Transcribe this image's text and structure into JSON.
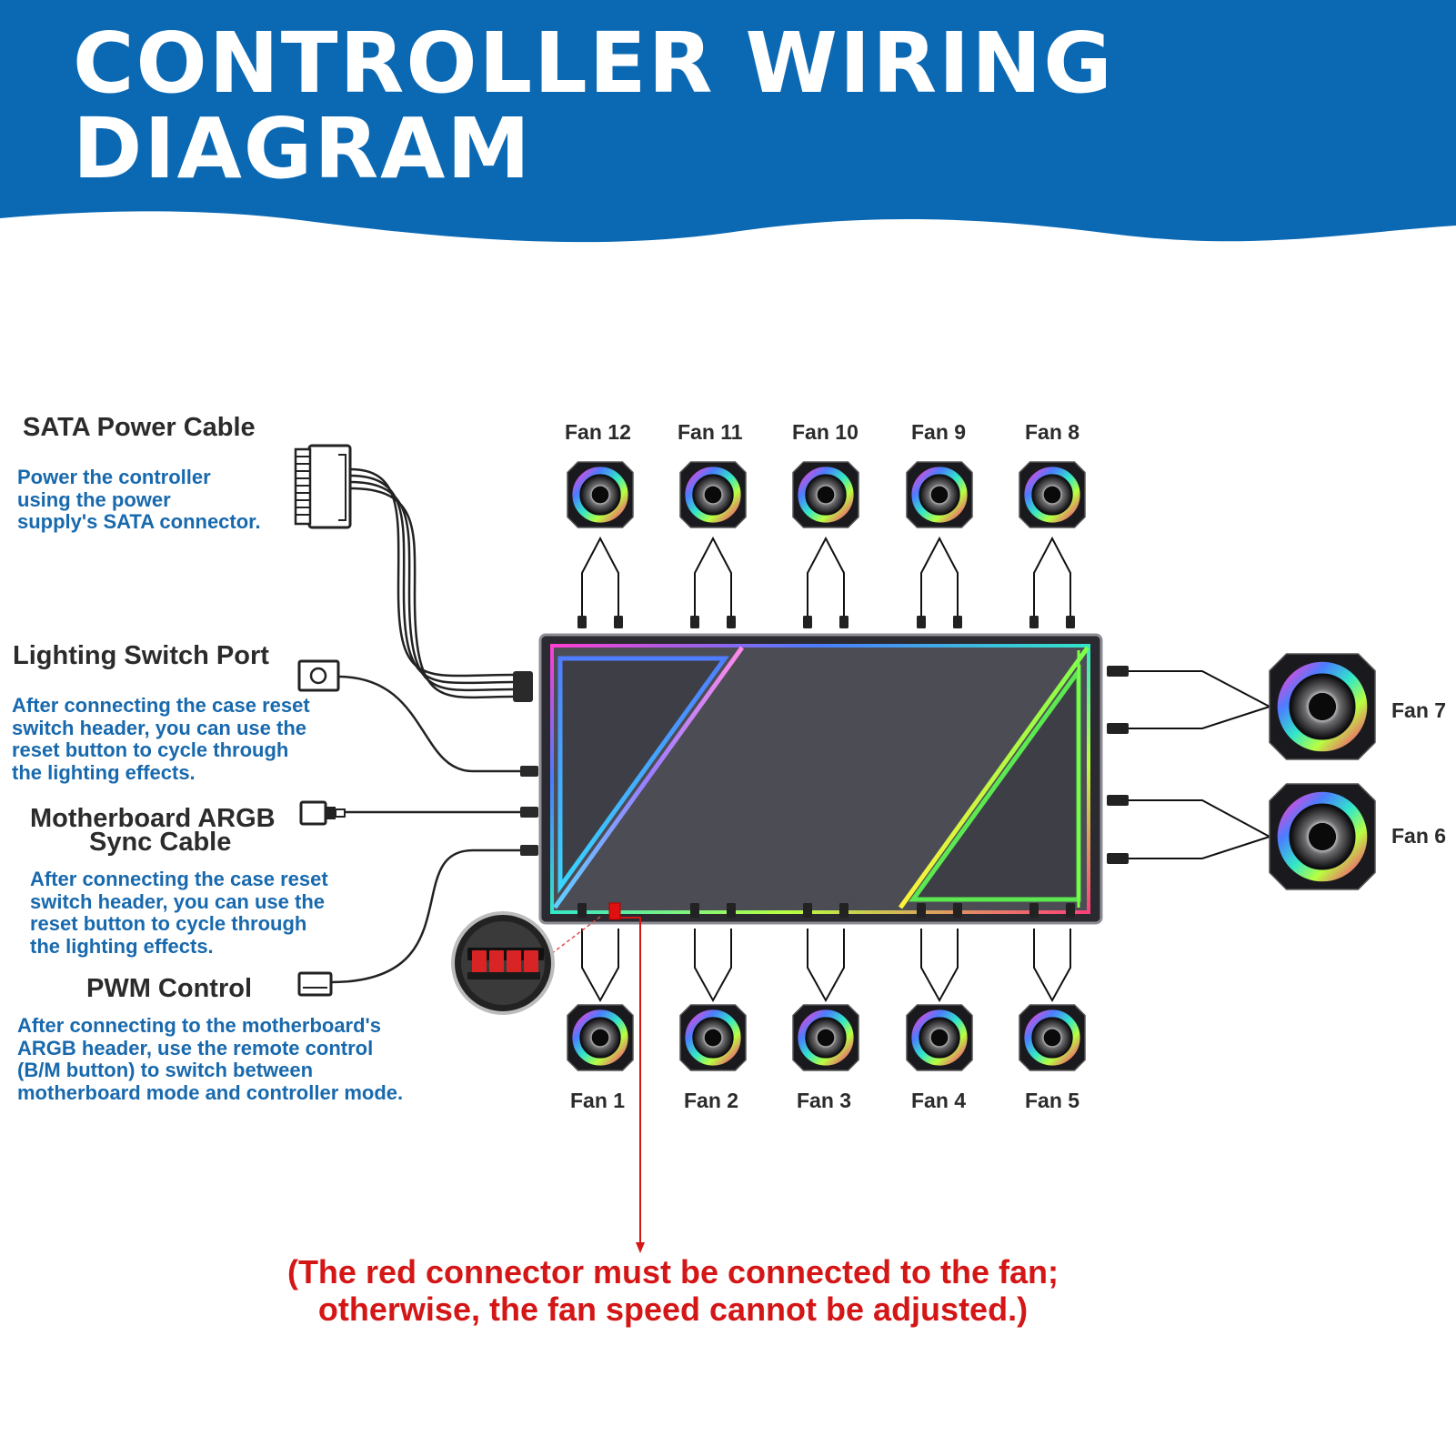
{
  "header": {
    "title_line1": "CONTROLLER WIRING",
    "title_line2": "DIAGRAM"
  },
  "colors": {
    "header_blue": "#0b69b4",
    "description_blue": "#1869ad",
    "heading_dark": "#2b2b2b",
    "warning_red": "#d41616",
    "controller_body": "#4c4c55"
  },
  "sections": {
    "sata": {
      "heading": "SATA Power Cable",
      "description": [
        "Power the controller",
        "using the power",
        "supply's SATA connector."
      ]
    },
    "lighting_switch": {
      "heading": "Lighting Switch Port",
      "description": [
        "After connecting the case reset",
        "switch header, you can use the",
        "reset button to cycle through",
        "the lighting effects."
      ]
    },
    "argb_sync": {
      "heading_line1": "Motherboard ARGB",
      "heading_line2": "Sync Cable",
      "description": [
        "After connecting the case reset",
        "switch header, you can use the",
        "reset button to cycle through",
        "the lighting effects."
      ]
    },
    "pwm": {
      "heading": "PWM Control",
      "description": [
        "After connecting to the motherboard's",
        "ARGB header, use the remote control",
        "(B/M button) to switch between",
        "motherboard mode and controller mode."
      ]
    }
  },
  "fans": {
    "top_row": [
      "Fan 12",
      "Fan 11",
      "Fan 10",
      "Fan 9",
      "Fan 8"
    ],
    "bottom_row": [
      "Fan 1",
      "Fan 2",
      "Fan 3",
      "Fan 4",
      "Fan 5"
    ],
    "right_side": [
      "Fan 7",
      "Fan 6"
    ]
  },
  "note": {
    "line1": "(The red connector must be connected to the fan;",
    "line2": "otherwise, the fan speed cannot be adjusted.)"
  }
}
